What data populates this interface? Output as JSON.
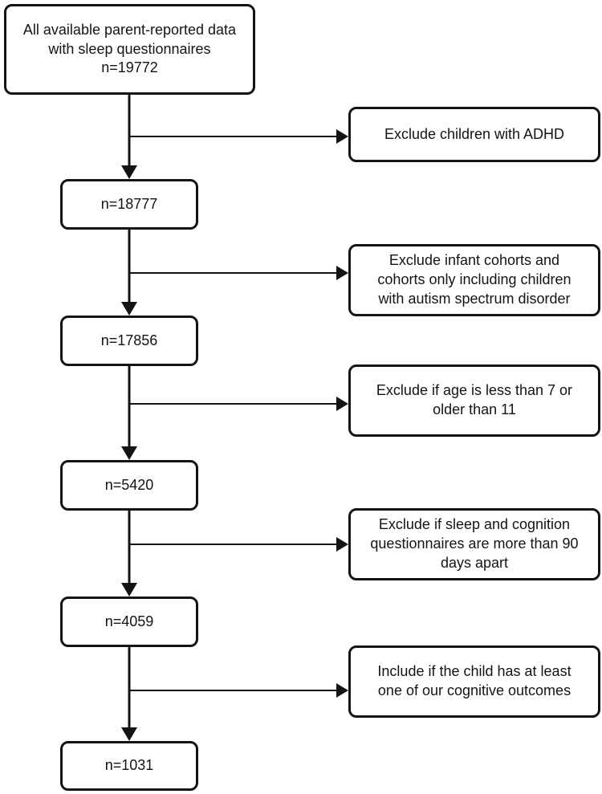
{
  "diagram": {
    "type": "flowchart",
    "main_boxes": [
      {
        "text": "All available parent-reported data\nwith sleep questionnaires\nn=19772",
        "n": 19772
      },
      {
        "text": "n=18777",
        "n": 18777
      },
      {
        "text": "n=17856",
        "n": 17856
      },
      {
        "text": "n=5420",
        "n": 5420
      },
      {
        "text": "n=4059",
        "n": 4059
      },
      {
        "text": "n=1031",
        "n": 1031
      }
    ],
    "side_boxes": [
      {
        "text": "Exclude children with ADHD"
      },
      {
        "text": "Exclude infant cohorts and\ncohorts only including children\nwith autism spectrum disorder"
      },
      {
        "text": "Exclude if age is less than 7 or\nolder than 11"
      },
      {
        "text": "Exclude if sleep and cognition\nquestionnaires are more than 90\ndays apart"
      },
      {
        "text": "Include if the child has at least\none of our cognitive outcomes"
      }
    ],
    "colors": {
      "box_border": "#141414",
      "box_fill": "#ffffff",
      "line": "#141414",
      "text": "#141414",
      "background": "#ffffff"
    }
  }
}
